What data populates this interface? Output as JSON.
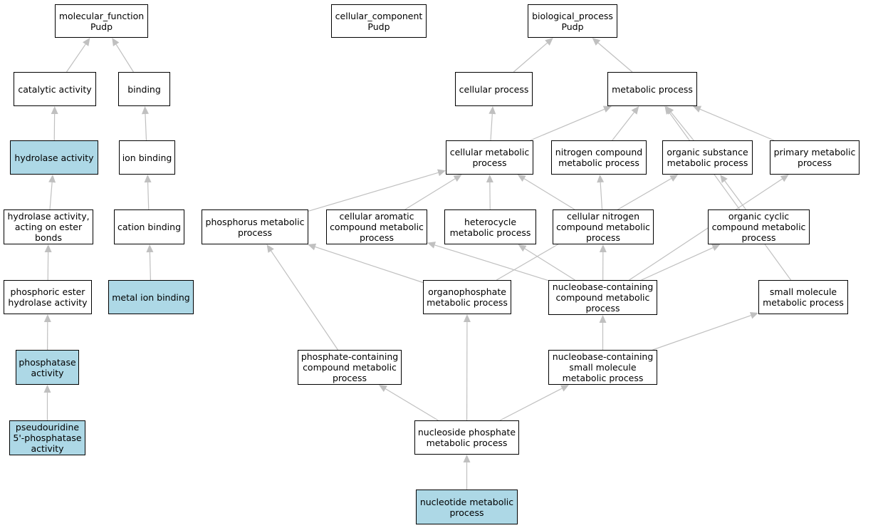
{
  "colors": {
    "highlight": "#add8e6",
    "node_fill": "#ffffff",
    "border": "#000000",
    "edge": "#c0c0c0"
  },
  "nodes": {
    "mf": {
      "label": "molecular_function\nPudp",
      "highlighted": false
    },
    "cc": {
      "label": "cellular_component\nPudp",
      "highlighted": false
    },
    "bp": {
      "label": "biological_process\nPudp",
      "highlighted": false
    },
    "cat": {
      "label": "catalytic activity",
      "highlighted": false
    },
    "bind": {
      "label": "binding",
      "highlighted": false
    },
    "hyd": {
      "label": "hydrolase activity",
      "highlighted": true
    },
    "ionb": {
      "label": "ion binding",
      "highlighted": false
    },
    "hydest": {
      "label": "hydrolase activity,\nacting on ester\nbonds",
      "highlighted": false
    },
    "catb": {
      "label": "cation binding",
      "highlighted": false
    },
    "phest": {
      "label": "phosphoric ester\nhydrolase activity",
      "highlighted": false
    },
    "metb": {
      "label": "metal ion binding",
      "highlighted": true
    },
    "phos": {
      "label": "phosphatase\nactivity",
      "highlighted": true
    },
    "pseudo": {
      "label": "pseudouridine\n5'-phosphatase\nactivity",
      "highlighted": true
    },
    "cp": {
      "label": "cellular process",
      "highlighted": false
    },
    "mp": {
      "label": "metabolic process",
      "highlighted": false
    },
    "cmp": {
      "label": "cellular metabolic\nprocess",
      "highlighted": false
    },
    "ncmp": {
      "label": "nitrogen compound\nmetabolic process",
      "highlighted": false
    },
    "osmp": {
      "label": "organic substance\nmetabolic process",
      "highlighted": false
    },
    "pmp": {
      "label": "primary metabolic\nprocess",
      "highlighted": false
    },
    "phmp": {
      "label": "phosphorus metabolic\nprocess",
      "highlighted": false
    },
    "cacmp": {
      "label": "cellular aromatic\ncompound metabolic\nprocess",
      "highlighted": false
    },
    "hmp": {
      "label": "heterocycle\nmetabolic process",
      "highlighted": false
    },
    "cncmp": {
      "label": "cellular nitrogen\ncompound metabolic\nprocess",
      "highlighted": false
    },
    "occmp": {
      "label": "organic cyclic\ncompound metabolic\nprocess",
      "highlighted": false
    },
    "opmp": {
      "label": "organophosphate\nmetabolic process",
      "highlighted": false
    },
    "nbccmp": {
      "label": "nucleobase-containing\ncompound metabolic\nprocess",
      "highlighted": false
    },
    "smmp": {
      "label": "small molecule\nmetabolic process",
      "highlighted": false
    },
    "pccmp": {
      "label": "phosphate-containing\ncompound metabolic\nprocess",
      "highlighted": false
    },
    "nbcsmmp": {
      "label": "nucleobase-containing\nsmall molecule\nmetabolic process",
      "highlighted": false
    },
    "nphmp": {
      "label": "nucleoside phosphate\nmetabolic process",
      "highlighted": false
    },
    "nucmp": {
      "label": "nucleotide metabolic\nprocess",
      "highlighted": true
    }
  },
  "edges": [
    [
      "cat",
      "mf"
    ],
    [
      "bind",
      "mf"
    ],
    [
      "hyd",
      "cat"
    ],
    [
      "ionb",
      "bind"
    ],
    [
      "hydest",
      "hyd"
    ],
    [
      "catb",
      "ionb"
    ],
    [
      "phest",
      "hydest"
    ],
    [
      "metb",
      "catb"
    ],
    [
      "phos",
      "phest"
    ],
    [
      "pseudo",
      "phos"
    ],
    [
      "cp",
      "bp"
    ],
    [
      "mp",
      "bp"
    ],
    [
      "cmp",
      "cp"
    ],
    [
      "cmp",
      "mp"
    ],
    [
      "ncmp",
      "mp"
    ],
    [
      "osmp",
      "mp"
    ],
    [
      "pmp",
      "mp"
    ],
    [
      "phmp",
      "cmp"
    ],
    [
      "cacmp",
      "cmp"
    ],
    [
      "hmp",
      "cmp"
    ],
    [
      "cncmp",
      "cmp"
    ],
    [
      "cncmp",
      "ncmp"
    ],
    [
      "occmp",
      "osmp"
    ],
    [
      "opmp",
      "phmp"
    ],
    [
      "opmp",
      "osmp"
    ],
    [
      "nbccmp",
      "cacmp"
    ],
    [
      "nbccmp",
      "hmp"
    ],
    [
      "nbccmp",
      "cncmp"
    ],
    [
      "nbccmp",
      "occmp"
    ],
    [
      "nbccmp",
      "pmp"
    ],
    [
      "smmp",
      "mp"
    ],
    [
      "pccmp",
      "phmp"
    ],
    [
      "nbcsmmp",
      "nbccmp"
    ],
    [
      "nbcsmmp",
      "smmp"
    ],
    [
      "nphmp",
      "pccmp"
    ],
    [
      "nphmp",
      "opmp"
    ],
    [
      "nphmp",
      "nbcsmmp"
    ],
    [
      "nucmp",
      "nphmp"
    ]
  ]
}
